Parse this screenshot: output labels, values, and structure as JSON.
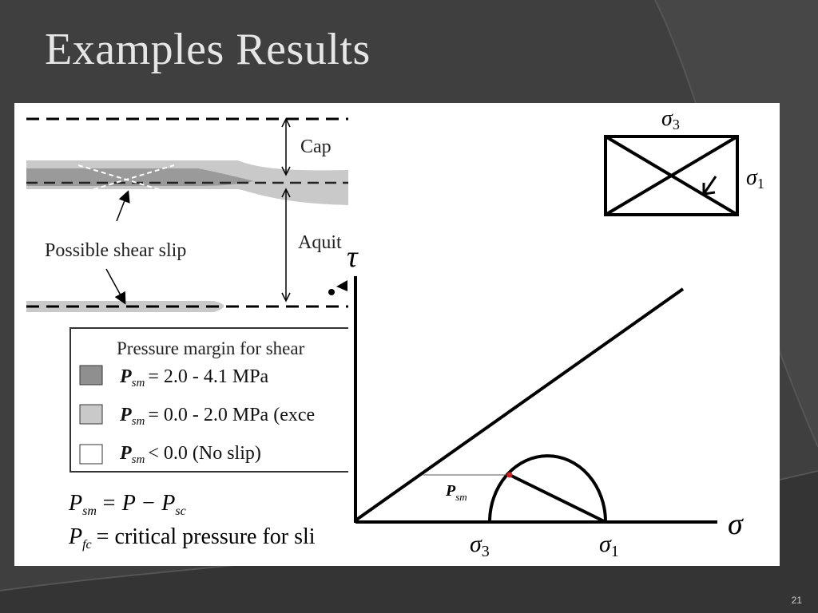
{
  "slide": {
    "title": "Examples Results",
    "slide_number": "21"
  },
  "left_figure": {
    "layer_cap": "Cap",
    "layer_aquifer": "Aquit",
    "shear_label": "Possible shear slip",
    "legend": {
      "title": "Pressure margin for shear",
      "items": [
        {
          "sym_main": "P",
          "sym_sub": "sm",
          "text": "= 2.0 - 4.1 MPa",
          "color": "#8f8f8f"
        },
        {
          "sym_main": "P",
          "sym_sub": "sm",
          "text": "= 0.0 - 2.0 MPa (exce",
          "color": "#c9c9c9"
        },
        {
          "sym_main": "P",
          "sym_sub": "sm",
          "text": "< 0.0 (No slip)",
          "color": "#ffffff"
        }
      ]
    },
    "eq1": {
      "lhs_main": "P",
      "lhs_sub": "sm",
      "rhs_a": "= P − P",
      "rhs_sub": "sc"
    },
    "eq2": {
      "lhs_main": "P",
      "lhs_sub": "fc",
      "text": "= critical pressure for sli"
    }
  },
  "mohr": {
    "tau_label": "τ",
    "sigma_label": "σ",
    "sigma3_label": "σ",
    "sigma3_sub": "3",
    "sigma1_label": "σ",
    "sigma1_sub": "1",
    "psm_main": "P",
    "psm_sub": "sm",
    "point_color": "#cc2222"
  },
  "stress_box": {
    "top_label": "σ",
    "top_sub": "3",
    "side_label": "σ",
    "side_sub": "1"
  }
}
